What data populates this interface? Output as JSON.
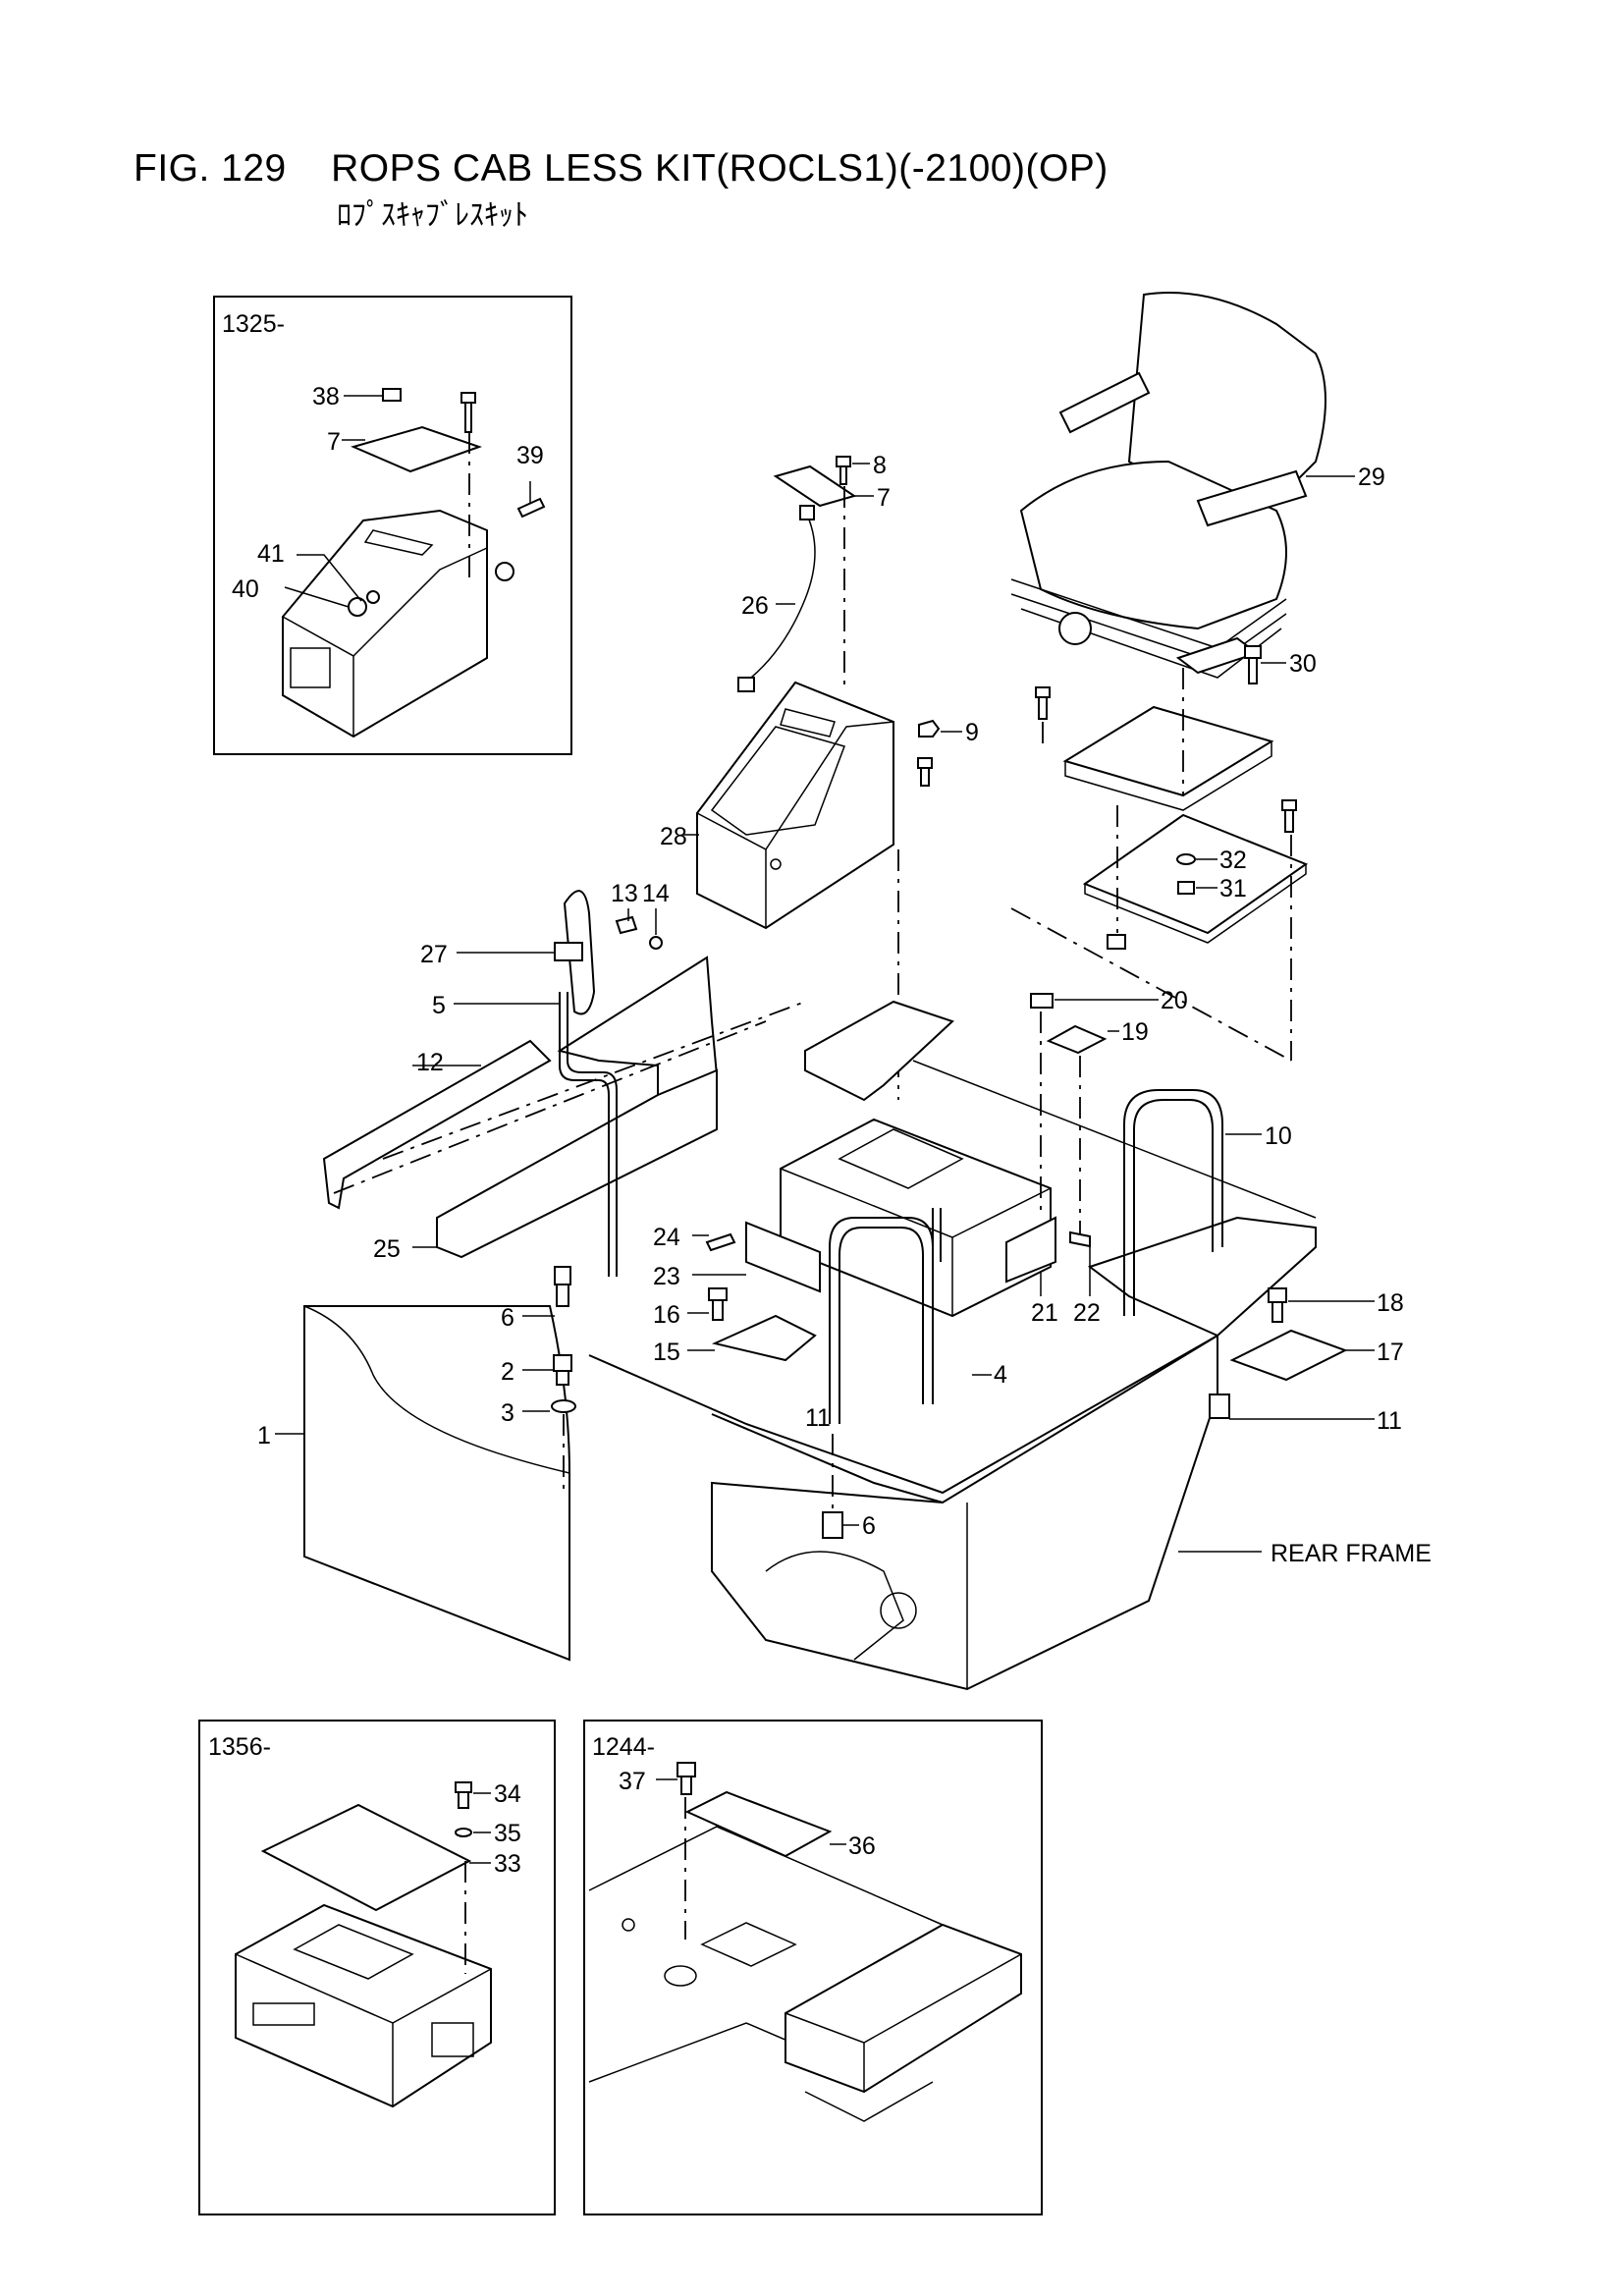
{
  "header": {
    "title": "FIG. 129    ROPS CAB LESS KIT(ROCLS1)(-2100)(OP)",
    "subtitle": "ﾛﾌﾟｽｷｬﾌﾞﾚｽｷｯﾄ"
  },
  "insets": {
    "top_left": "1325-",
    "bottom_left": "1356-",
    "bottom_right": "1244-"
  },
  "frame_label": "REAR FRAME",
  "callouts": {
    "c1": "1",
    "c2": "2",
    "c3": "3",
    "c4": "4",
    "c5": "5",
    "c6a": "6",
    "c6b": "6",
    "c7a": "7",
    "c7b": "7",
    "c8": "8",
    "c9": "9",
    "c10": "10",
    "c11a": "11",
    "c11b": "11",
    "c12": "12",
    "c13": "13",
    "c14": "14",
    "c15": "15",
    "c16": "16",
    "c17": "17",
    "c18": "18",
    "c19": "19",
    "c20": "20",
    "c21": "21",
    "c22": "22",
    "c23": "23",
    "c24": "24",
    "c25": "25",
    "c26": "26",
    "c27": "27",
    "c28": "28",
    "c29": "29",
    "c30": "30",
    "c31": "31",
    "c32": "32",
    "c33": "33",
    "c34": "34",
    "c35": "35",
    "c36": "36",
    "c37": "37",
    "c38": "38",
    "c39": "39",
    "c40": "40",
    "c41": "41"
  }
}
